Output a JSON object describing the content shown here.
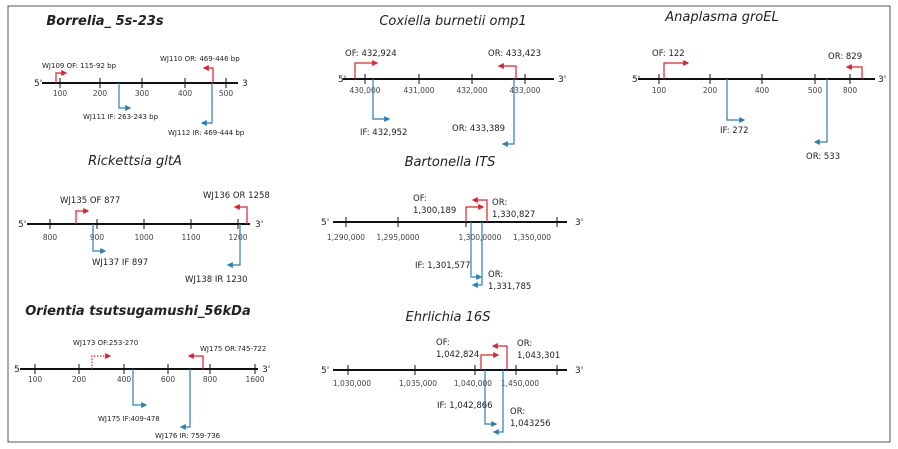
{
  "colors": {
    "outer_primer": "#e0202a",
    "inner_primer": "#2a7fb8"
  },
  "panels": [
    {
      "title": "Borrelia_ 5s-23s",
      "five": "5'",
      "three": "3",
      "ticks": [
        "100",
        "200",
        "300",
        "400",
        "500"
      ],
      "primers": [
        {
          "type": "OF",
          "lines": [
            "WJ109 OF: 115-92 bp"
          ]
        },
        {
          "type": "OR",
          "lines": [
            "WJ110 OR: 469-446 bp"
          ]
        },
        {
          "type": "IF",
          "lines": [
            "WJ111 IF: 263-243 bp"
          ]
        },
        {
          "type": "IR",
          "lines": [
            "WJ112 IR: 469-444 bp"
          ]
        }
      ]
    },
    {
      "title": "Rickettsia gltA",
      "five": "5'",
      "three": "3'",
      "ticks": [
        "800",
        "900",
        "1000",
        "1100",
        "1200"
      ],
      "primers": [
        {
          "type": "OF",
          "lines": [
            "WJ135 OF 877"
          ]
        },
        {
          "type": "OR",
          "lines": [
            "WJ136 OR 1258"
          ]
        },
        {
          "type": "IF",
          "lines": [
            "WJ137 IF 897"
          ]
        },
        {
          "type": "IR",
          "lines": [
            "WJ138 IR 1230"
          ]
        }
      ]
    },
    {
      "title": "Orientia tsutsugamushi_56kDa",
      "five": "5",
      "three": "3'",
      "ticks": [
        "100",
        "200",
        "400",
        "600",
        "800",
        "1600"
      ],
      "primers": [
        {
          "type": "OF",
          "lines": [
            "WJ173 OF:253-270"
          ]
        },
        {
          "type": "OR",
          "lines": [
            "WJ175 OR:745-722"
          ]
        },
        {
          "type": "IF",
          "lines": [
            "WJ175 IF:409-478"
          ]
        },
        {
          "type": "IR",
          "lines": [
            "WJ176 IR: 759-736"
          ]
        }
      ]
    },
    {
      "title": "Coxiella burnetii omp1",
      "five": "5'",
      "three": "3'",
      "ticks": [
        "430,000",
        "431,000",
        "432,000",
        "433,000"
      ],
      "primers": [
        {
          "type": "OF",
          "lines": [
            "OF: 432,924"
          ]
        },
        {
          "type": "OR",
          "lines": [
            "OR: 433,423"
          ]
        },
        {
          "type": "IF",
          "lines": [
            "IF: 432,952"
          ]
        },
        {
          "type": "IR",
          "lines": [
            "OR: 433,389"
          ]
        }
      ]
    },
    {
      "title": "Anaplasma groEL",
      "five": "5'",
      "three": "3'",
      "ticks": [
        "100",
        "200",
        "400",
        "500",
        "800"
      ],
      "primers": [
        {
          "type": "OF",
          "lines": [
            "OF: 122"
          ]
        },
        {
          "type": "OR",
          "lines": [
            "OR: 829"
          ]
        },
        {
          "type": "IF",
          "lines": [
            "IF: 272"
          ]
        },
        {
          "type": "IR",
          "lines": [
            "OR: 533"
          ]
        }
      ]
    },
    {
      "title": "Bartonella ITS",
      "five": "5'",
      "three": "3'",
      "ticks": [
        "1,290,000",
        "1,295,0000",
        "1,300,0000",
        "1,350,000"
      ],
      "primers": [
        {
          "type": "OF",
          "lines": [
            "OF:",
            "1,300,189"
          ]
        },
        {
          "type": "OR",
          "lines": [
            "OR:",
            "1,330,827"
          ]
        },
        {
          "type": "IF",
          "lines": [
            "IF: 1,301,577"
          ]
        },
        {
          "type": "IR",
          "lines": [
            "OR:",
            "1,331,785"
          ]
        }
      ]
    },
    {
      "title": "Ehrlichia 16S",
      "five": "5'",
      "three": "3'",
      "ticks": [
        "1,030,000",
        "1,035,000",
        "1,040,000",
        "1,450,000"
      ],
      "primers": [
        {
          "type": "OF",
          "lines": [
            "OF:",
            "1,042,824"
          ]
        },
        {
          "type": "OR",
          "lines": [
            "OR:",
            "1,043,301"
          ]
        },
        {
          "type": "IF",
          "lines": [
            "IF: 1,042,866"
          ]
        },
        {
          "type": "IR",
          "lines": [
            "OR:",
            "1,043256"
          ]
        }
      ]
    }
  ]
}
